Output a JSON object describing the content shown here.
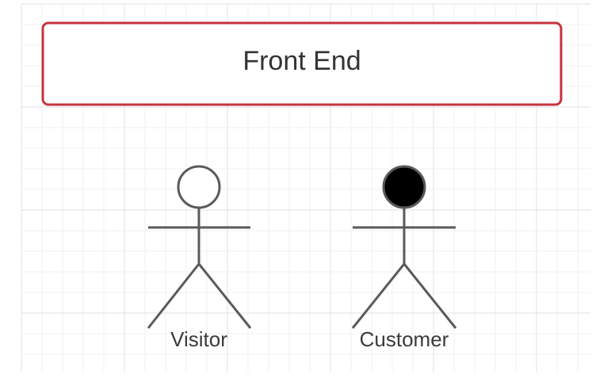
{
  "diagram": {
    "frontend_box": {
      "label": "Front End",
      "border_color": "#c6323f"
    },
    "actors": [
      {
        "label": "Visitor",
        "head_fill": "#ffffff"
      },
      {
        "label": "Customer",
        "head_fill": "#000000"
      }
    ],
    "colors": {
      "grid_minor": "#f0f0f0",
      "grid_major": "#e2e2e2",
      "stroke": "#5a5a5a"
    }
  }
}
